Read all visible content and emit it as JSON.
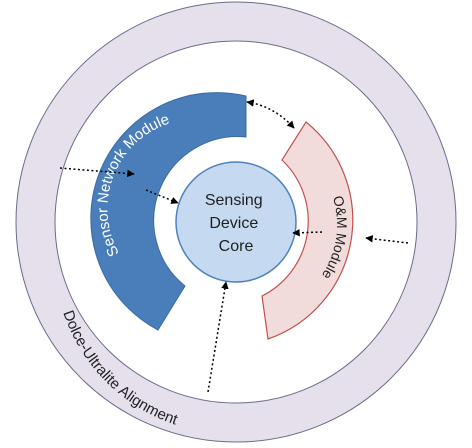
{
  "diagram": {
    "core": {
      "line1": "Sensing",
      "line2": "Device",
      "line3": "Core"
    },
    "sensor_module_label": "Sensor Network Module",
    "om_module_label": "O&M Module",
    "outer_ring_label": "Dolce-Ultralite Alignment"
  },
  "colors": {
    "outer_ring": "#e6e0ec",
    "outer_ring_stroke": "#6b6b8a",
    "core_fill": "#c5d9f1",
    "core_stroke": "#4f81bd",
    "sensor_module_fill": "#4a7ebb",
    "om_module_fill": "#f2dcdb",
    "om_module_stroke": "#c0504d",
    "arrow": "#000000"
  }
}
